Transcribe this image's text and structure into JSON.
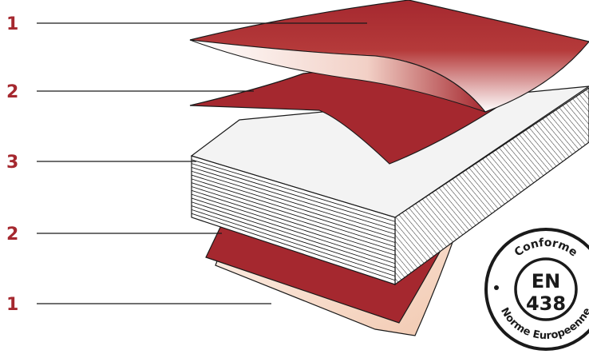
{
  "colors": {
    "brand_red": "#a5282f",
    "label_red": "#a5282f",
    "core_white": "#f3f3f3",
    "film_peach": "#f6d9c8",
    "line": "#1a1a1a"
  },
  "layers": [
    {
      "number": "1",
      "layer": "top-film"
    },
    {
      "number": "2",
      "layer": "top-decor"
    },
    {
      "number": "3",
      "layer": "core"
    },
    {
      "number": "2",
      "layer": "bottom-decor"
    },
    {
      "number": "1",
      "layer": "bottom-film"
    }
  ],
  "badge": {
    "top_text": "Conforme",
    "line1": "EN",
    "line2": "438",
    "bottom_text": "Norme Europeenne"
  }
}
